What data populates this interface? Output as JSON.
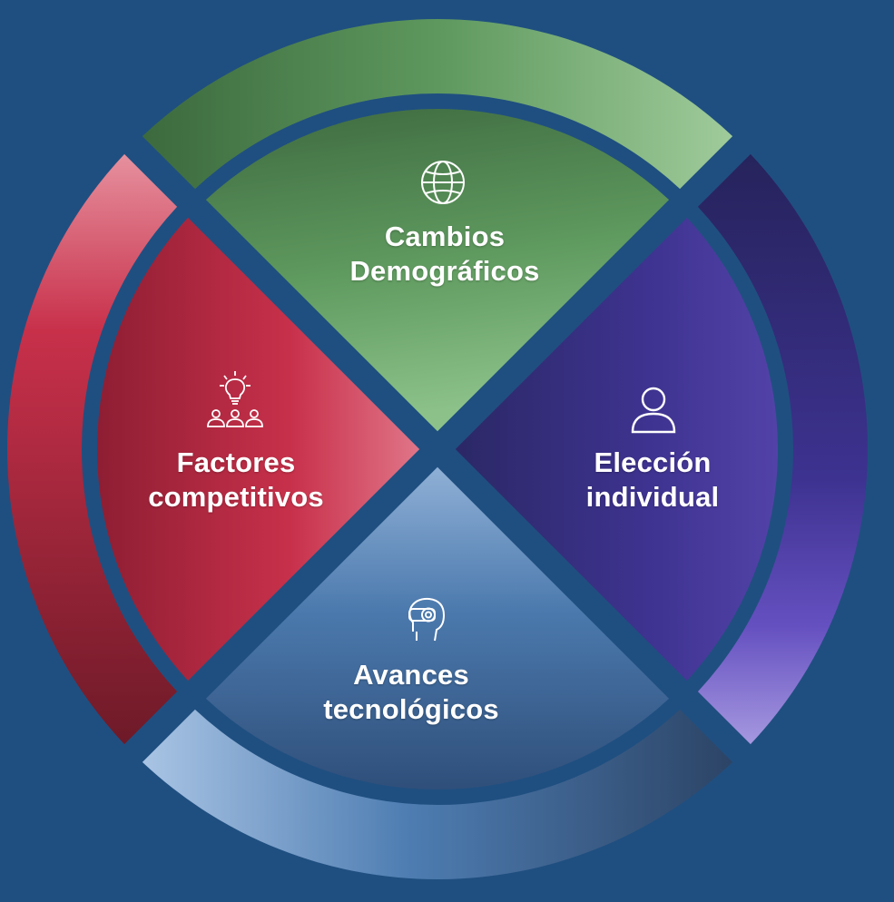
{
  "diagram": {
    "segments": [
      {
        "id": "demographic",
        "icon": "globe-icon",
        "color": "#5f9a5f",
        "label_lines": [
          "Cambios",
          "Demográficos"
        ]
      },
      {
        "id": "individual",
        "icon": "person-icon",
        "color": "#4a3a9a",
        "label_lines": [
          "Elección",
          "individual"
        ]
      },
      {
        "id": "technology",
        "icon": "vr-headset-icon",
        "color": "#4f7fb0",
        "label_lines": [
          "Avances",
          "tecnológicos"
        ]
      },
      {
        "id": "competitive",
        "icon": "lightbulb-team-icon",
        "color": "#c53048",
        "label_lines": [
          "Factores",
          "competitivos"
        ]
      }
    ],
    "background_color": "#1f4f80"
  }
}
